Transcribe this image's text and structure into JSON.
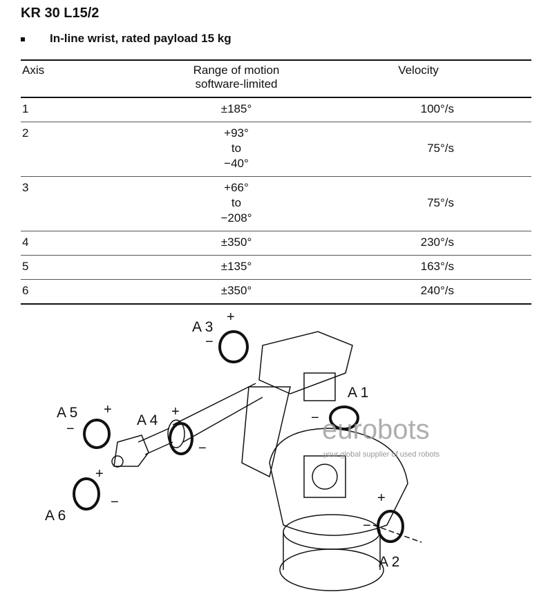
{
  "title": "KR 30 L15/2",
  "subtitle": "In-line wrist, rated payload 15 kg",
  "table": {
    "headers": {
      "axis": "Axis",
      "range_l1": "Range of motion",
      "range_l2": "software-limited",
      "velocity": "Velocity"
    },
    "rows": [
      {
        "axis": "1",
        "range": [
          "±185°"
        ],
        "velocity": "100°/s"
      },
      {
        "axis": "2",
        "range": [
          "+93°",
          "to",
          "−40°"
        ],
        "velocity": "75°/s"
      },
      {
        "axis": "3",
        "range": [
          "+66°",
          "to",
          "−208°"
        ],
        "velocity": "75°/s"
      },
      {
        "axis": "4",
        "range": [
          "±350°"
        ],
        "velocity": "230°/s"
      },
      {
        "axis": "5",
        "range": [
          "±135°"
        ],
        "velocity": "163°/s"
      },
      {
        "axis": "6",
        "range": [
          "±350°"
        ],
        "velocity": "240°/s"
      }
    ]
  },
  "figure": {
    "axes": [
      "A 1",
      "A 2",
      "A 3",
      "A 4",
      "A 5",
      "A 6"
    ],
    "plus": "+",
    "minus": "−",
    "watermark": "eurobots",
    "watermark_tagline": "your global supplier of used robots"
  }
}
